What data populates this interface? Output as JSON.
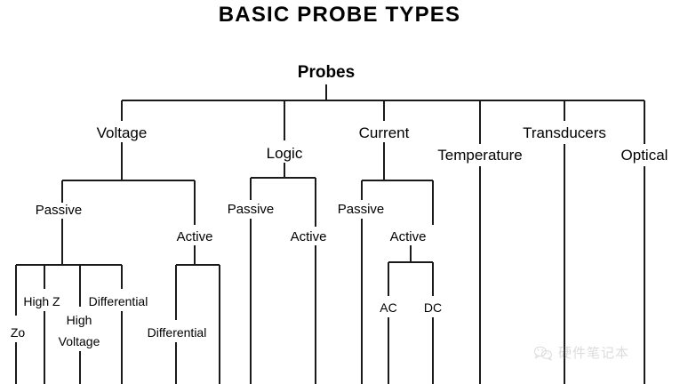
{
  "title": "BASIC PROBE TYPES",
  "diagram": {
    "type": "tree",
    "root": {
      "label": "Probes"
    },
    "nodes": {
      "voltage": "Voltage",
      "logic": "Logic",
      "current": "Current",
      "temperature": "Temperature",
      "transducers": "Transducers",
      "optical": "Optical",
      "voltage_passive": "Passive",
      "voltage_active": "Active",
      "voltage_passive_zo": "Zo",
      "voltage_passive_highz": "High  Z",
      "voltage_passive_highvoltage_line1": "High",
      "voltage_passive_highvoltage_line2": "Voltage",
      "voltage_passive_differential": "Differential",
      "voltage_active_differential": "Differential",
      "logic_passive": "Passive",
      "logic_active": "Active",
      "current_passive": "Passive",
      "current_active": "Active",
      "current_active_ac": "AC",
      "current_active_dc": "DC"
    }
  },
  "watermark": {
    "text": "硬件笔记本",
    "icon": "wechat-icon"
  },
  "colors": {
    "line": "#1a1a1a",
    "text": "#000000",
    "background": "#ffffff",
    "watermark": "#8e8e8e"
  }
}
